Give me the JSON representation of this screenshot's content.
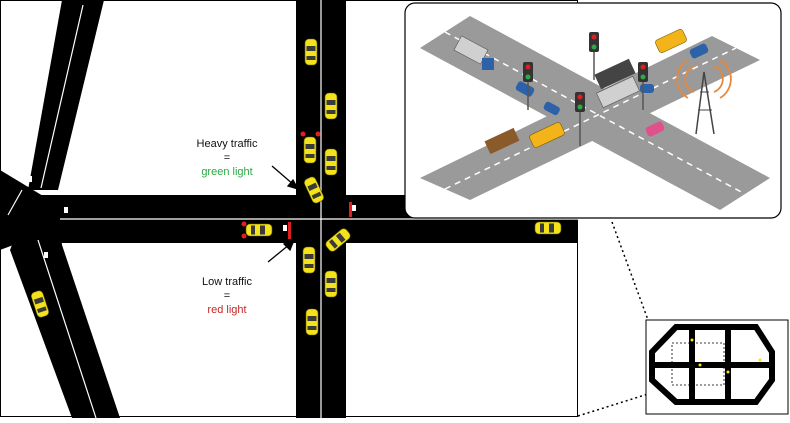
{
  "annotations": {
    "heavy": {
      "line1": "Heavy traffic",
      "eq": "=",
      "line2": "green light",
      "color": "#2eaa44"
    },
    "low": {
      "line1": "Low traffic",
      "eq": "=",
      "line2": "red light",
      "color": "#c62828"
    }
  },
  "colors": {
    "road": "#000000",
    "lane_marking": "#ffffff",
    "taxi": "#f4e21a",
    "green_signal": "#2eaa44",
    "red_signal": "#e02020",
    "iso_road": "#9a9a9a",
    "iso_ground": "#ffffff",
    "signal_tower": "#e8883a"
  },
  "icons": [
    "taxi-icon",
    "traffic-light-icon",
    "bus-icon",
    "truck-icon",
    "car-icon",
    "signal-tower-icon"
  ]
}
